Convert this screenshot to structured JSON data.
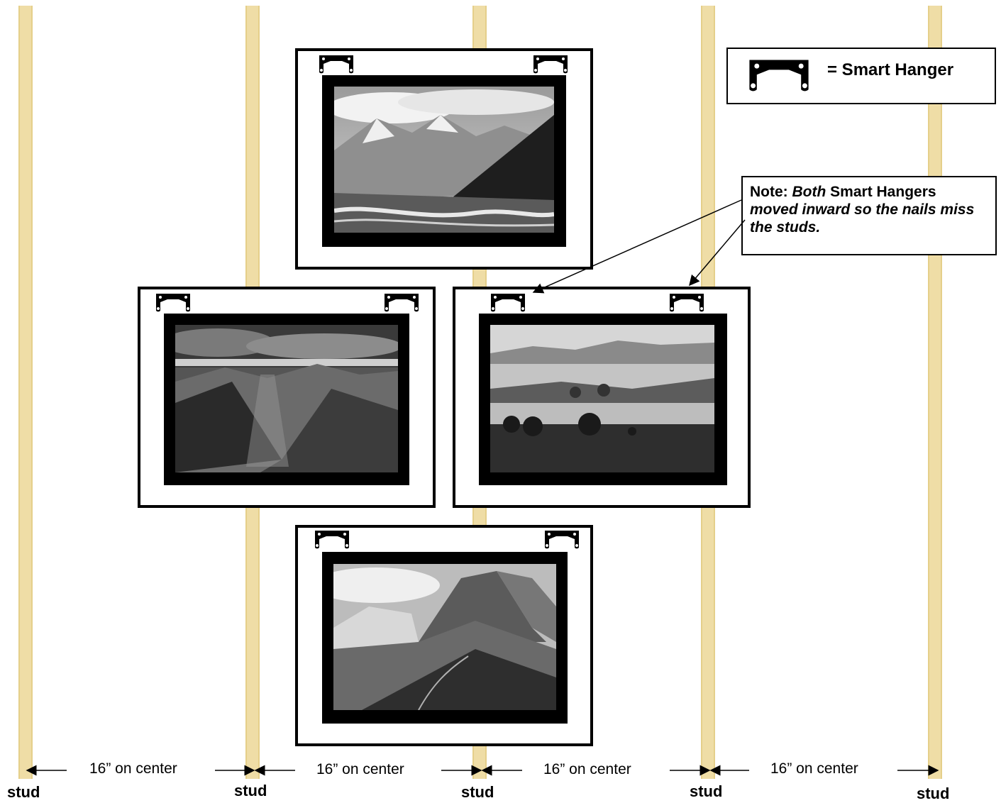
{
  "legend": {
    "text": "= Smart Hanger",
    "icon": "smart-hanger-icon"
  },
  "note": {
    "prefix": "Note: ",
    "emphasis": "Both",
    "middle": " Smart Hangers ",
    "italic_rest": "moved inward so the nails miss the studs."
  },
  "spacing_label": "16” on center",
  "stud_label": "stud",
  "colors": {
    "stud": "#efdda6",
    "frame": "#000000"
  }
}
